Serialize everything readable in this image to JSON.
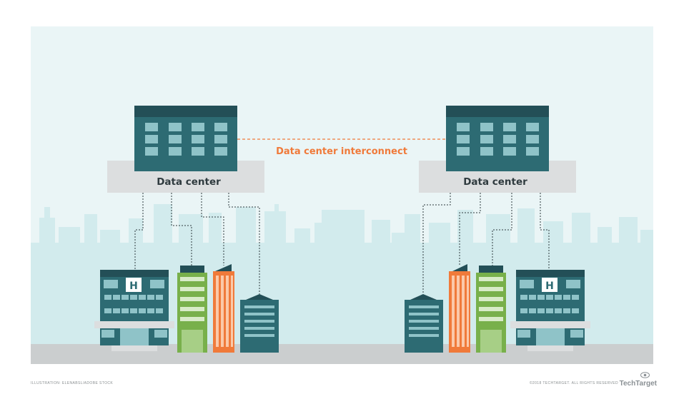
{
  "diagram": {
    "left_datacenter_label": "Data center",
    "right_datacenter_label": "Data center",
    "interconnect_label": "Data center interconnect",
    "hospital_sign": "H"
  },
  "footer": {
    "credit": "ILLUSTRATION: ELENABSL/ADOBE STOCK",
    "copyright": "©2018 TECHTARGET. ALL RIGHTS RESERVED",
    "logo": "TechTarget"
  },
  "colors": {
    "teal": "#2d6b73",
    "teal_dark": "#234f57",
    "teal_window": "#7fb8bd",
    "orange": "#f07a3a",
    "green": "#78b04b",
    "sky": "#eaf5f6",
    "skyline": "#d3ecee",
    "platform": "#d9dbdc",
    "ground": "#c9cccd"
  }
}
